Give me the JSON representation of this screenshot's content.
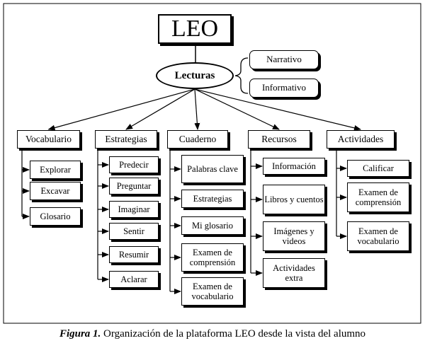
{
  "title": "LEO",
  "center": "Lecturas",
  "text_types": [
    "Narrativo",
    "Informativo"
  ],
  "columns": [
    {
      "label": "Vocabulario",
      "items": [
        "Explorar",
        "Excavar",
        "Glosario"
      ]
    },
    {
      "label": "Estrategias",
      "items": [
        "Predecir",
        "Preguntar",
        "Imaginar",
        "Sentir",
        "Resumir",
        "Aclarar"
      ]
    },
    {
      "label": "Cuaderno",
      "items": [
        "Palabras clave",
        "Estrategias",
        "Mi glosario",
        "Examen de comprensión",
        "Examen de vocabulario"
      ]
    },
    {
      "label": "Recursos",
      "items": [
        "Información",
        "Libros y cuentos",
        "Imágenes y videos",
        "Actividades extra"
      ]
    },
    {
      "label": "Actividades",
      "items": [
        "Calificar",
        "Examen de comprensión",
        "Examen de vocabulario"
      ]
    }
  ],
  "caption": {
    "label": "Figura 1.",
    "text": "Organización de la plataforma LEO desde la vista del alumno"
  }
}
